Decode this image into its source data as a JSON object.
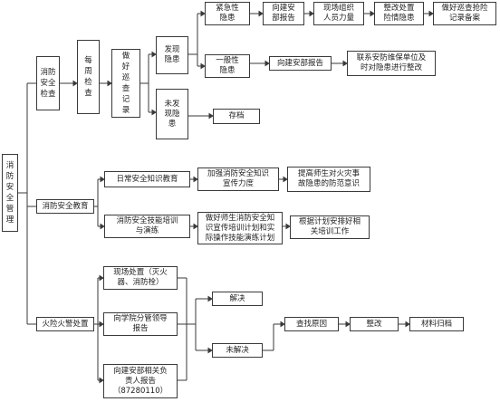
{
  "nodes": {
    "root": "消\n防\n安\n全\n管\n理",
    "fire_check": "消防\n安全\n检查",
    "weekly_check": "每\n周\n检\n查",
    "record": "做\n好\n巡\n查\n记\n录",
    "found_hazard": "发现\n隐患",
    "no_hazard": "未发\n现隐\n患",
    "urgent": "紧急性\n隐患",
    "report_urgent": "向建安\n部报告",
    "organize_staff": "现场组织\n人员力量",
    "rectify": "整改处置\n险情隐患",
    "rescue_record": "做好巡查抢险\n记录备案",
    "general": "一般性\n隐患",
    "report_general": "向建安部报告",
    "contact_maint": "联系安防维保单位及\n时对隐患进行整改",
    "archive": "存档",
    "education": "消防安全教育",
    "daily_knowledge": "日常安全知识教育",
    "strengthen": "加强消防安全知识\n宣传力度",
    "improve_awareness": "提高师生对火灾事\n故隐患的防范意识",
    "skills_training": "消防安全技能培训\n与演练",
    "make_plan": "做好师生消防安全知\n识宣传培训计划和实\n际操作技能演练计划",
    "arrange_training": "根据计划安排好相\n关培训工作",
    "fire_alarm": "火险火警处置",
    "onsite": "现场处置（灭火\n器、消防栓）",
    "report_leader": "向学院分管领导\n报告",
    "report_head": "向建安部相关负\n责人报告\n（87280110）",
    "solved": "解决",
    "unsolved": "未解决",
    "find_cause": "查找原因",
    "rectify2": "整改",
    "archive_materials": "材料归档"
  }
}
